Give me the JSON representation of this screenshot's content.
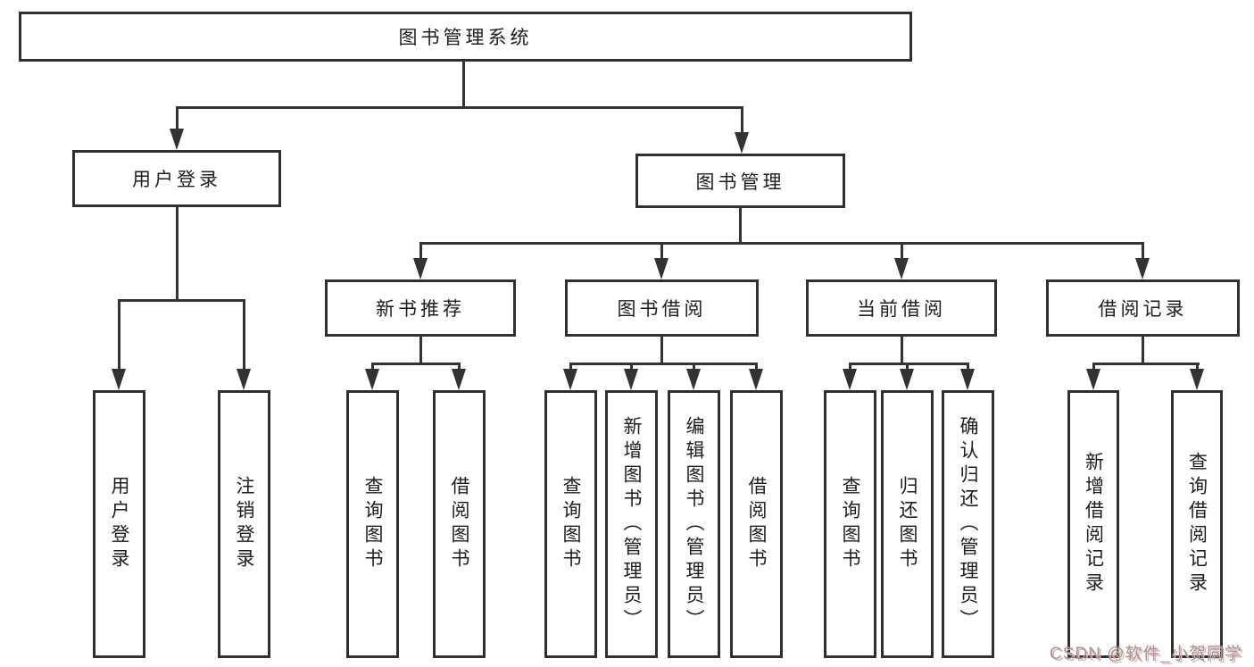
{
  "title": {
    "label": "图书管理系统"
  },
  "level2": [
    {
      "label": "用户登录"
    },
    {
      "label": "图书管理"
    }
  ],
  "level3": [
    {
      "label": "新书推荐"
    },
    {
      "label": "图书借阅"
    },
    {
      "label": "当前借阅"
    },
    {
      "label": "借阅记录"
    }
  ],
  "leaves": [
    {
      "label": "用户登录",
      "parent": "用户登录"
    },
    {
      "label": "注销登录",
      "parent": "用户登录"
    },
    {
      "label": "查询图书",
      "parent": "新书推荐"
    },
    {
      "label": "借阅图书",
      "parent": "新书推荐"
    },
    {
      "label": "查询图书",
      "parent": "图书借阅"
    },
    {
      "label": "新增图书（管理员）",
      "parent": "图书借阅"
    },
    {
      "label": "编辑图书（管理员）",
      "parent": "图书借阅"
    },
    {
      "label": "借阅图书",
      "parent": "图书借阅"
    },
    {
      "label": "查询图书",
      "parent": "当前借阅"
    },
    {
      "label": "归还图书",
      "parent": "当前借阅"
    },
    {
      "label": "确认归还（管理员）",
      "parent": "当前借阅"
    },
    {
      "label": "新增借阅记录",
      "parent": "借阅记录"
    },
    {
      "label": "查询借阅记录",
      "parent": "借阅记录"
    }
  ],
  "watermark": {
    "text": "CSDN @软件_小贺同学"
  },
  "colors": {
    "line": "#333333",
    "box_border": "#2f2f2f",
    "text": "#1d1d1f",
    "watermark_gray": "#9b9b9b",
    "watermark_shadow": "#efadad",
    "background": "#ffffff"
  }
}
